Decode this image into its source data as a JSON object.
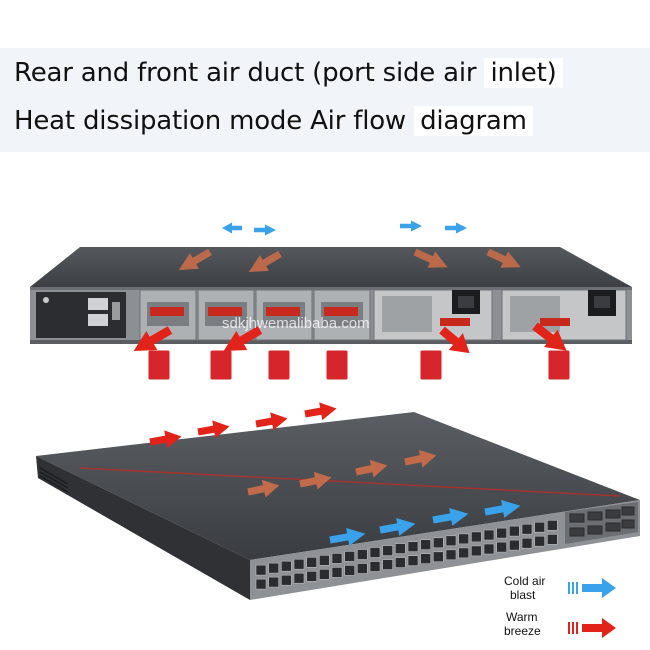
{
  "title": {
    "line1_main": "Rear and front air duct (port side air",
    "line1_box": "inlet)",
    "line2_main": "Heat dissipation mode Air flow",
    "line2_box": "diagram"
  },
  "watermark": "sdkjhwemalibaba.com",
  "legend": {
    "cold_line1": "Cold air",
    "cold_line2": "blast",
    "warm_line1": "Warm",
    "warm_line2": "breeze"
  },
  "colors": {
    "cold_air": "#2e9be6",
    "warm_air": "#e2231a",
    "internal_air": "#c86d4b",
    "chassis": "#3f4246",
    "panel": "#8c8f93"
  }
}
